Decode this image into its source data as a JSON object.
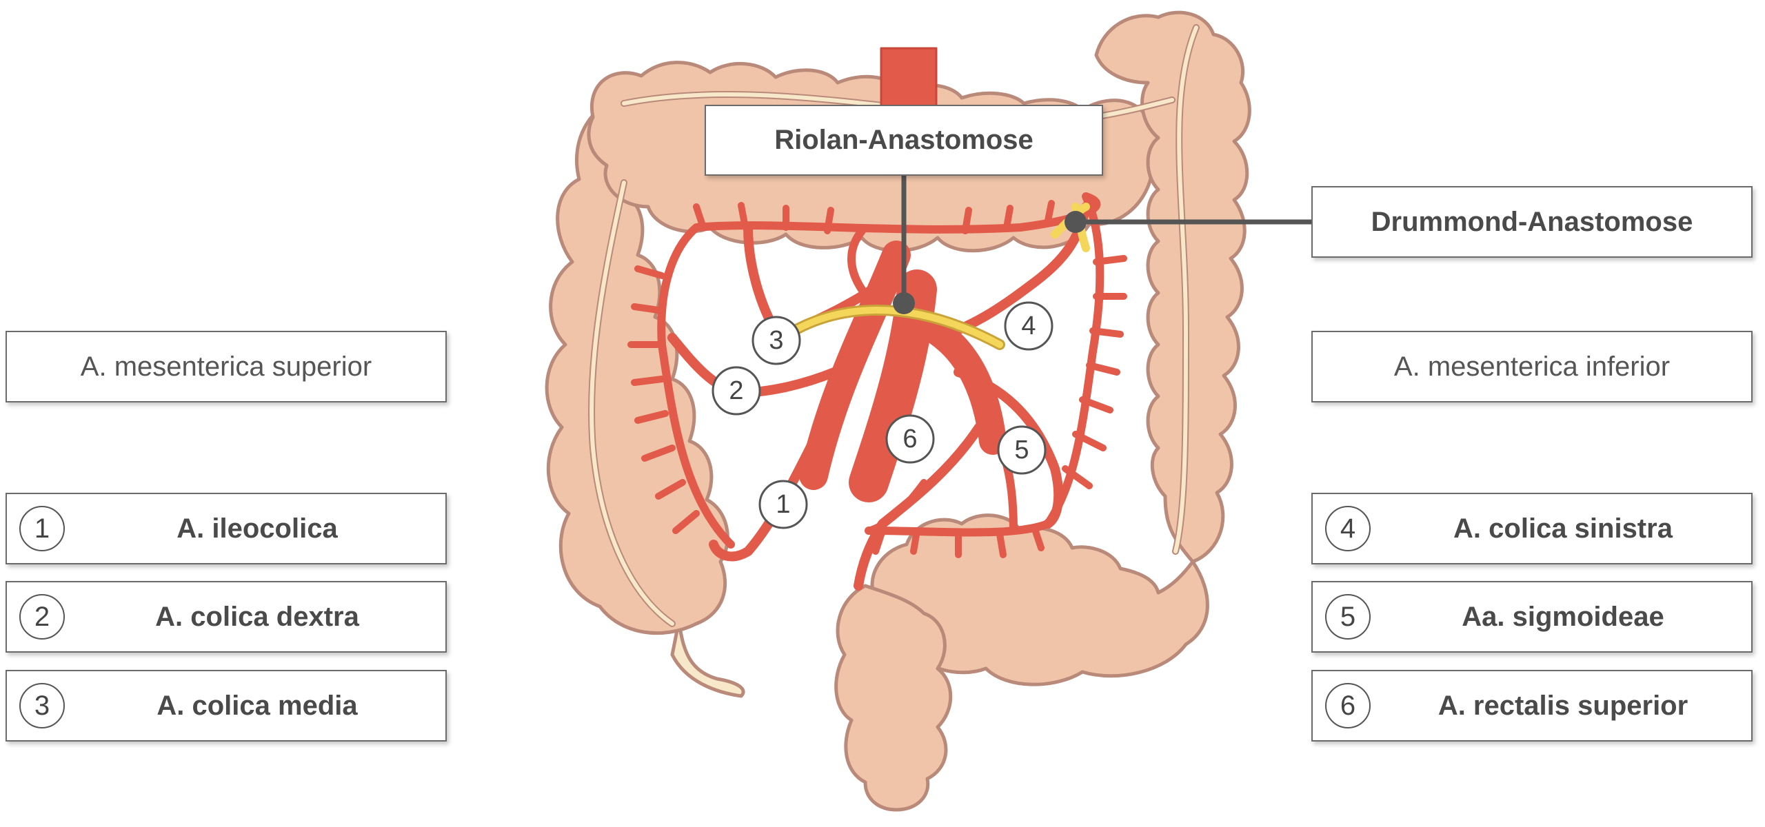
{
  "callouts": {
    "riolan": "Riolan-Anastomose",
    "drummond": "Drummond-Anastomose"
  },
  "headers": {
    "superior": "A. mesenterica superior",
    "inferior": "A. mesenterica inferior"
  },
  "legend_left": [
    {
      "num": "1",
      "label": "A. ileocolica"
    },
    {
      "num": "2",
      "label": "A. colica dextra"
    },
    {
      "num": "3",
      "label": "A. colica media"
    }
  ],
  "legend_right": [
    {
      "num": "4",
      "label": "A. colica sinistra"
    },
    {
      "num": "5",
      "label": "Aa. sigmoideae"
    },
    {
      "num": "6",
      "label": "A. rectalis superior"
    }
  ],
  "badges": [
    "1",
    "2",
    "3",
    "4",
    "5",
    "6"
  ],
  "colors": {
    "colon_fill": "#f0c4a8",
    "colon_stroke": "#b9897a",
    "artery": "#e25a4a",
    "artery_dark": "#c9473a",
    "anastomosis": "#f4d65a",
    "taenia": "#f6e8c8",
    "leader": "#555555"
  }
}
